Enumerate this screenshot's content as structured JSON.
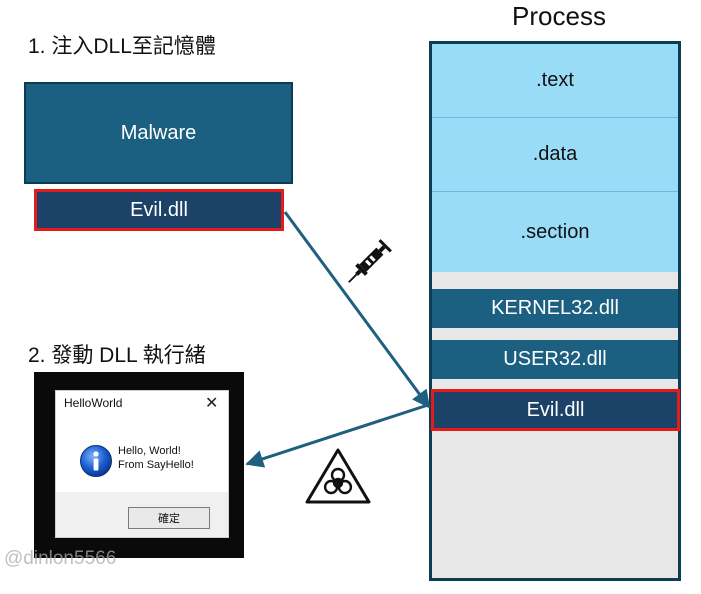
{
  "step1": {
    "title": "1. 注入DLL至記憶體"
  },
  "step2": {
    "title": "2. 發動 DLL 執行緒"
  },
  "malware": {
    "label": "Malware",
    "dll_label": "Evil.dll"
  },
  "process": {
    "title": "Process",
    "segments": [
      ".text",
      ".data",
      ".section"
    ],
    "modules": [
      "KERNEL32.dll",
      "USER32.dll",
      "Evil.dll"
    ]
  },
  "dialog": {
    "title": "HelloWorld",
    "close": "✕",
    "line1": "Hello, World!",
    "line2": "From SayHello!",
    "ok_label": "確定"
  },
  "watermark": "@dinlon5566",
  "colors": {
    "malware_bg": "#1b5f81",
    "evil_bg": "#1c4267",
    "highlight_border": "#e21b1b",
    "segment_light": "#99dcf7",
    "arrow": "#1f5f80"
  },
  "icons": [
    "syringe-icon",
    "biohazard-icon",
    "info-icon"
  ]
}
